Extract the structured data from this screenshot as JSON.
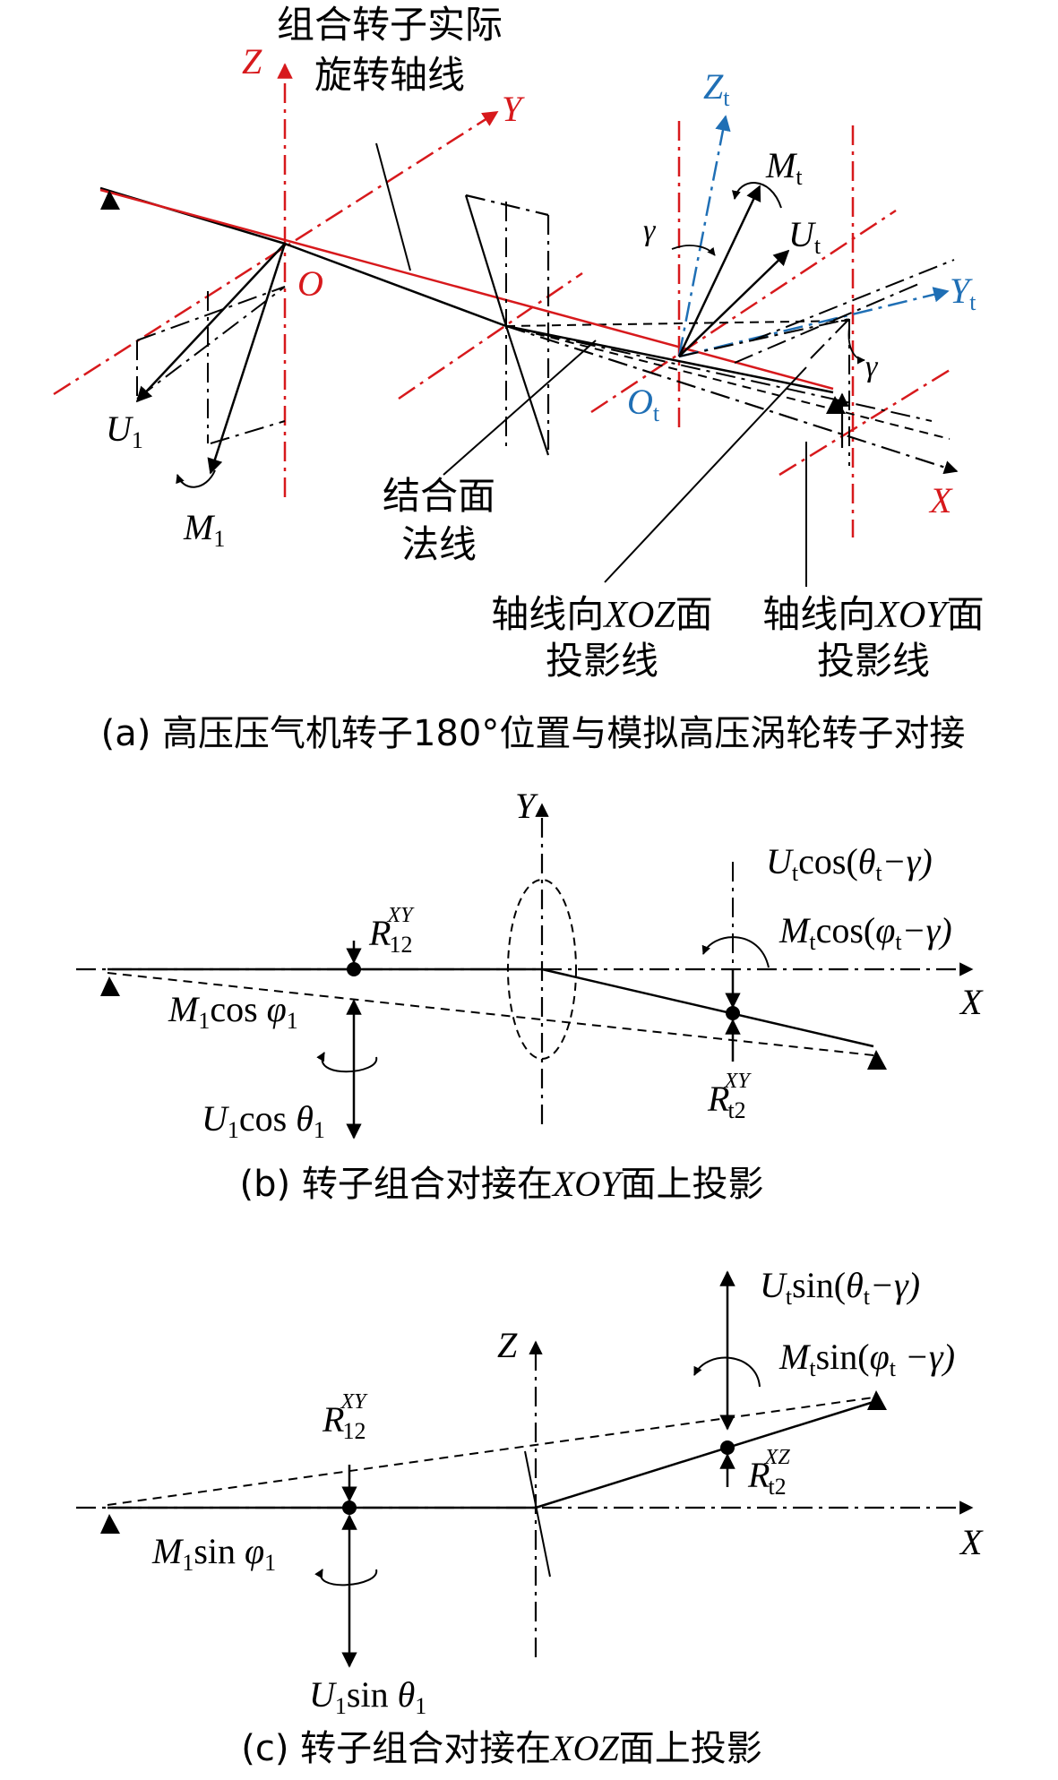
{
  "panel_a": {
    "caption": "(a) 高压压气机转子180°位置与模拟高压涡轮转子对接",
    "label_actual_axis_1": "组合转子实际",
    "label_actual_axis_2": "旋转轴线",
    "label_joint_normal_1": "结合面",
    "label_joint_normal_2": "法线",
    "label_xoz_proj_1_zh": "轴线向",
    "label_xoz_proj_1_var": "XOZ",
    "label_xoz_proj_1_tail": "面",
    "label_xoz_proj_2": "投影线",
    "label_xoy_proj_1_zh": "轴线向",
    "label_xoy_proj_1_var": "XOY",
    "label_xoy_proj_1_tail": "面",
    "label_xoy_proj_2": "投影线",
    "axis_Z": "Z",
    "axis_Y": "Y",
    "axis_X": "X",
    "origin_O": "O",
    "origin_Ot": "O",
    "origin_Ot_sub": "t",
    "axis_Zt": "Z",
    "axis_Zt_sub": "t",
    "axis_Yt": "Y",
    "axis_Yt_sub": "t",
    "gamma": "γ",
    "Mt": "M",
    "Mt_sub": "t",
    "Ut": "U",
    "Ut_sub": "t",
    "U1": "U",
    "U1_sub": "1",
    "M1": "M",
    "M1_sub": "1",
    "colors": {
      "red": "#d7191c",
      "blue": "#1f6fb5"
    }
  },
  "panel_b": {
    "caption_pre": "(b) 转子组合对接在",
    "caption_var": "XOY",
    "caption_post": "面上投影",
    "axis_Y": "Y",
    "axis_X": "X",
    "R12_R": "R",
    "R12_sub": "12",
    "R12_sup": "XY",
    "Rt2_R": "R",
    "Rt2_sub": "t2",
    "Rt2_sup": "XY",
    "Ut_base": "U",
    "Ut_sub": "t",
    "Ut_fn": "cos(",
    "Ut_theta": "θ",
    "Ut_theta_sub": "t",
    "Ut_tail": "−γ)",
    "Mt_base": "M",
    "Mt_sub": "t",
    "Mt_fn": "cos(",
    "Mt_phi": "φ",
    "Mt_phi_sub": "t",
    "Mt_tail": "−γ)",
    "M1_base": "M",
    "M1_sub": "1",
    "M1_fn": "cos ",
    "M1_phi": "φ",
    "M1_phi_sub": "1",
    "U1_base": "U",
    "U1_sub": "1",
    "U1_fn": "cos ",
    "U1_theta": "θ",
    "U1_theta_sub": "1"
  },
  "panel_c": {
    "caption_pre": "(c) 转子组合对接在",
    "caption_var": "XOZ",
    "caption_post": "面上投影",
    "axis_Z": "Z",
    "axis_X": "X",
    "R12_R": "R",
    "R12_sub": "12",
    "R12_sup": "XY",
    "Rt2_R": "R",
    "Rt2_sub": "t2",
    "Rt2_sup": "XZ",
    "Ut_base": "U",
    "Ut_sub": "t",
    "Ut_fn": "sin(",
    "Ut_theta": "θ",
    "Ut_theta_sub": "t",
    "Ut_tail": "−γ)",
    "Mt_base": "M",
    "Mt_sub": "t",
    "Mt_fn": "sin(",
    "Mt_phi": "φ",
    "Mt_phi_sub": "t",
    "Mt_tail": " −γ)",
    "M1_base": "M",
    "M1_sub": "1",
    "M1_fn": "sin ",
    "M1_phi": "φ",
    "M1_phi_sub": "1",
    "U1_base": "U",
    "U1_sub": "1",
    "U1_fn": "sin ",
    "U1_theta": "θ",
    "U1_theta_sub": "1"
  }
}
